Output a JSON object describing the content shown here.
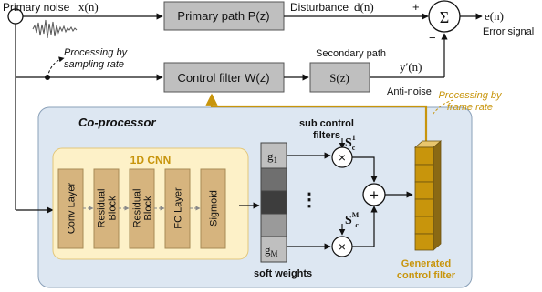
{
  "signals": {
    "primary_noise_label": "Primary noise",
    "primary_noise_symbol": "x(n)",
    "disturbance_label": "Disturbance",
    "disturbance_symbol": "d(n)",
    "error_symbol": "e(n)",
    "error_label": "Error signal",
    "anti_noise_symbol": "y′(n)",
    "anti_noise_label": "Anti-noise",
    "plus_sign": "+",
    "minus_sign": "−",
    "sum_symbol": "Σ"
  },
  "blocks": {
    "primary_path": "Primary path P(z)",
    "control_filter": "Control filter W(z)",
    "secondary_path_title": "Secondary path",
    "secondary_path": "S(z)"
  },
  "annotations": {
    "sampling_rate": [
      "Processing by",
      "sampling rate"
    ],
    "frame_rate": [
      "Processing by",
      "frame rate"
    ]
  },
  "coprocessor": {
    "title": "Co-processor",
    "cnn_title": "1D CNN",
    "layers": [
      "Conv Layer",
      "Residual Block",
      "Residual Block",
      "FC Layer",
      "Sigmoid"
    ],
    "weight_top": "g",
    "weight_top_sub": "1",
    "weight_bottom": "g",
    "weight_bottom_sub": "M",
    "soft_weights_label": "soft weights",
    "sub_filters_label": [
      "sub control",
      "filters"
    ],
    "sub_filter_1": "S",
    "sub_filter_1_sup": "1",
    "sub_filter_1_sub": "c",
    "sub_filter_m": "S",
    "sub_filter_m_sup": "M",
    "sub_filter_m_sub": "c",
    "ellipsis": "⋮",
    "multiply_symbol": "×",
    "add_symbol": "+",
    "generated_label": [
      "Generated",
      "control filter"
    ]
  },
  "colors": {
    "gray_block": "#bfbfbf",
    "coprocessor_bg": "#dde7f2",
    "cnn_bg": "#fdf1c8",
    "layer_fill": "#d6b47e",
    "gold": "#c8950c",
    "accent_stripe": "#6f6f6f"
  }
}
